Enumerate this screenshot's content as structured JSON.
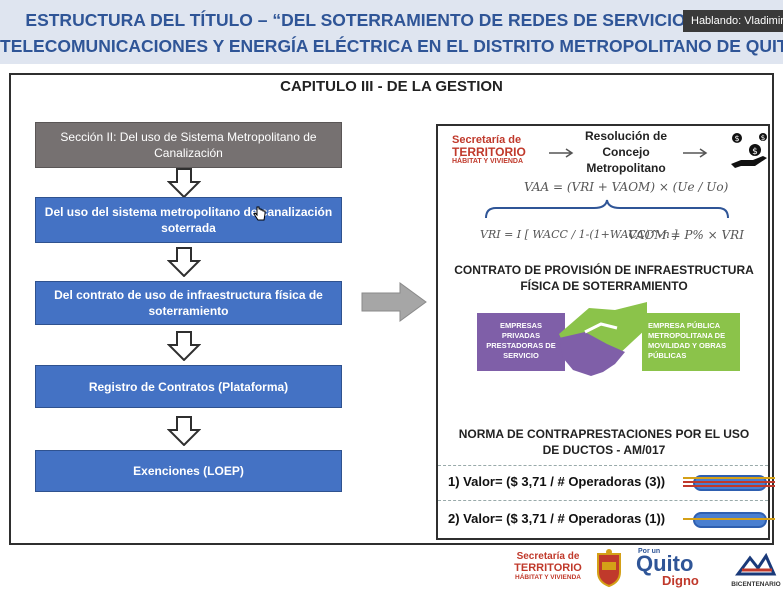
{
  "header": {
    "title_line1": "ESTRUCTURA DEL TÍTULO – “DEL SOTERRAMIENTO DE REDES DE SERVICIO",
    "title_line2": "TELECOMUNICACIONES Y ENERGÍA ELÉCTRICA EN EL DISTRITO METROPOLITANO DE QUITO”",
    "speaker": "Hablando: Vladimir T"
  },
  "chapter": "CAPITULO III - DE LA GESTION",
  "flow": {
    "section": "Sección II: Del uso de Sistema Metropolitano de Canalización",
    "step1": "Del uso del sistema metropolitano de canalización soterrada",
    "step2": "Del contrato de uso de infraestructura física de soterramiento",
    "step3": "Registro de Contratos (Plataforma)",
    "step4": "Exenciones (LOEP)"
  },
  "right": {
    "sec_logo_line1": "Secretaría de",
    "sec_logo_line2": "TERRITORIO",
    "sec_logo_line3": "HÁBITAT Y VIVIENDA",
    "resolution": "Resolución de Concejo Metropolitano",
    "formula_vaa": "VAA = (VRI + VAOM) × (Ue / Uo)",
    "formula_vri": "VRI = I [ WACC / 1-(1+WACC)^-n ]",
    "formula_vaom": "VAOM = P% × VRI",
    "contract_title": "CONTRATO DE PROVISIÓN DE INFRAESTRUCTURA FÍSICA DE SOTERRAMIENTO",
    "left_party": "EMPRESAS PRIVADAS PRESTADORAS DE SERVICIO",
    "right_party": "EMPRESA PÚBLICA METROPOLITANA DE MOVILIDAD Y OBRAS PÚBLICAS",
    "norma_title": "NORMA DE CONTRAPRESTACIONES POR EL USO DE DUCTOS - AM/017",
    "value1": "1) Valor= ($ 3,71 / # Operadoras (3))",
    "value2": "2) Valor= ($ 3,71 / # Operadoras (1))"
  },
  "footer": {
    "sec_line1": "Secretaría de",
    "sec_line2": "TERRITORIO",
    "sec_line3": "HÁBITAT Y VIVIENDA",
    "quito_small": "Por un",
    "quito_big": "Quito",
    "quito_sub": "Digno",
    "bicentenario": "BICENTENARIO"
  },
  "colors": {
    "title_blue": "#2f5597",
    "box_blue": "#4472c4",
    "box_grey": "#767171",
    "purple": "#7f5fa8",
    "green": "#8bc34a",
    "territorio_red": "#c0392b"
  }
}
